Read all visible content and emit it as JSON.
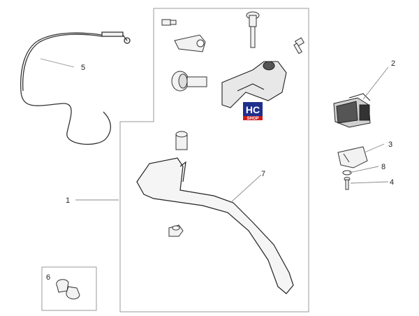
{
  "diagram": {
    "callouts": {
      "c1": "1",
      "c2": "2",
      "c3": "3",
      "c4": "4",
      "c5": "5",
      "c6": "6",
      "c7": "7",
      "c8": "8"
    },
    "logo": {
      "line1": "HC",
      "line2": "SHOP",
      "colors": {
        "background": "#1f2f8c",
        "accent": "#d11b1b"
      }
    },
    "colors": {
      "line": "#888888",
      "part_stroke": "#333333",
      "part_fill": "#f2f2f2",
      "dark_part": "#444444"
    }
  }
}
